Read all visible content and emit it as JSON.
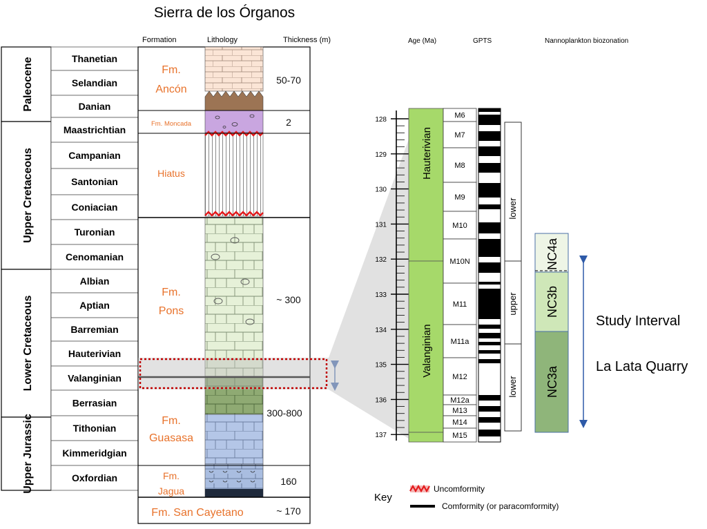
{
  "title": "Sierra de los Órganos",
  "column_headers": {
    "formation": "Formation",
    "lithology": "Lithology",
    "thickness": "Thickness (m)",
    "age": "Age (Ma)",
    "gpts": "GPTS",
    "nanno": "Nannoplankton biozonation"
  },
  "epochs": [
    "Paleocene",
    "Upper Cretaceous",
    "Lower Cretaceous",
    "Upper Jurassic"
  ],
  "stages": [
    "Thanetian",
    "Selandian",
    "Danian",
    "Maastrichtian",
    "Campanian",
    "Santonian",
    "Coniacian",
    "Turonian",
    "Cenomanian",
    "Albian",
    "Aptian",
    "Barremian",
    "Hauterivian",
    "Valanginian",
    "Berrasian",
    "Tithonian",
    "Kimmeridgian",
    "Oxfordian"
  ],
  "formations": [
    {
      "line1": "Fm.",
      "line2": "Ancón"
    },
    {
      "line1": "Fm. Moncada",
      "line2": ""
    },
    {
      "line1": "Hiatus",
      "line2": ""
    },
    {
      "line1": "Fm.",
      "line2": "Pons"
    },
    {
      "line1": "Fm.",
      "line2": "Guasasa"
    },
    {
      "line1": "Fm.",
      "line2": "Jagua"
    },
    {
      "line1": "Fm. San Cayetano",
      "line2": ""
    }
  ],
  "thicknesses": [
    "50-70",
    "2",
    "~ 300",
    "300-800",
    "160",
    "~ 170"
  ],
  "age_ticks": [
    "128",
    "129",
    "130",
    "131",
    "132",
    "133",
    "134",
    "135",
    "136",
    "137"
  ],
  "age_stages": [
    "Hauterivian",
    "Valanginian"
  ],
  "chrons": [
    "M6",
    "M7",
    "M8",
    "M9",
    "M10",
    "M10N",
    "M11",
    "M11a",
    "M12",
    "M12a",
    "M13",
    "M14",
    "M15"
  ],
  "substages": [
    "lower",
    "upper",
    "lower"
  ],
  "nanno_zones": [
    "NC4a",
    "NC3b",
    "NC3a"
  ],
  "annotations": {
    "study_interval": "Study Interval",
    "quarry": "La Lata Quarry"
  },
  "key": {
    "label": "Key",
    "unconformity": "Uncomformity",
    "conformity": "Comformity (or paracomformity)"
  },
  "colors": {
    "formation_text": "#e8722b",
    "hauterivian_green": "#a6d96a",
    "nc3a": "#8fb57a",
    "nc3b": "#cfe7b8",
    "nc4a": "#eef5e6",
    "arrow_blue": "#2e5aa8",
    "unconformity_red": "#e31a1c"
  }
}
